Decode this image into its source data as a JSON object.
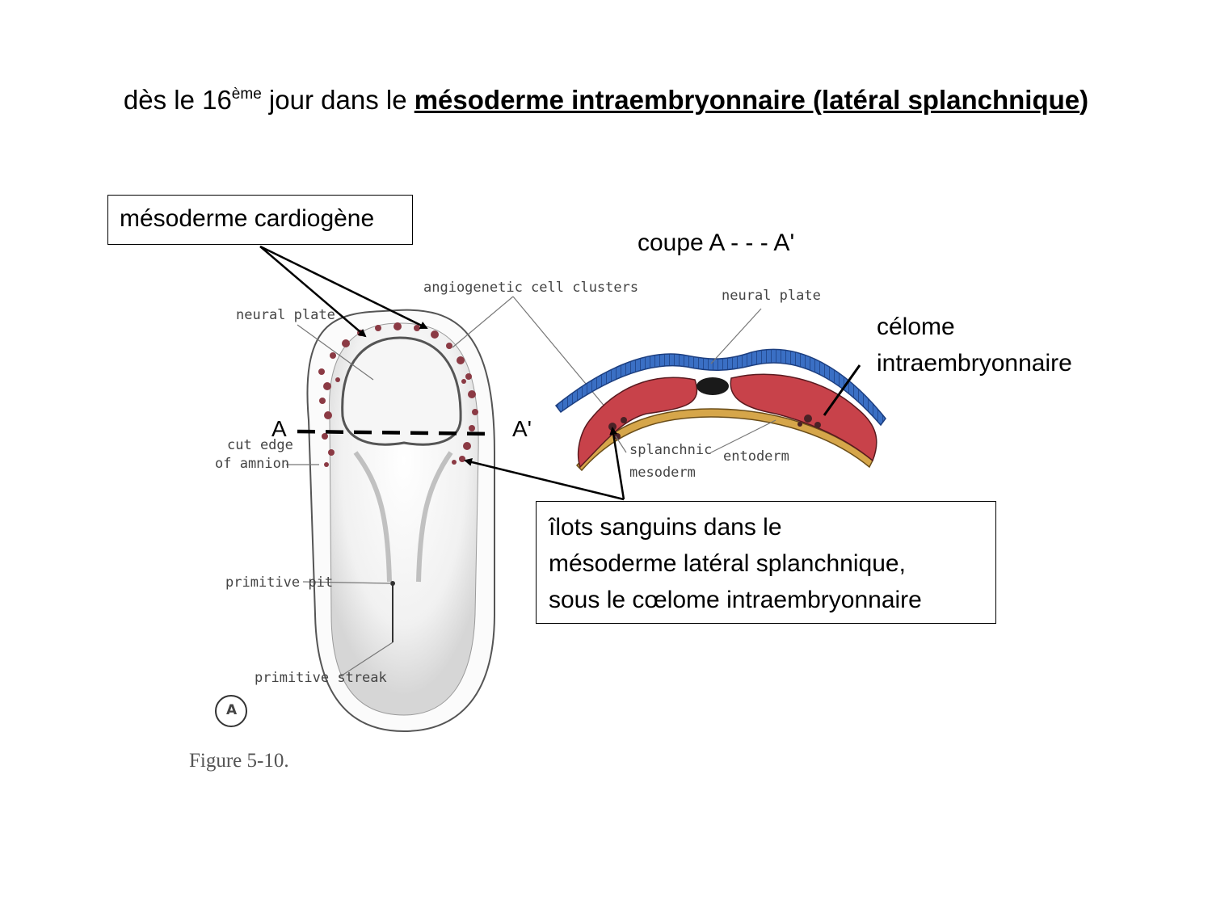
{
  "title": {
    "prefix": "dès le 16",
    "sup": "ème",
    "middle": " jour dans le ",
    "strong": "mésoderme intraembryonnaire (latéral splanchnique",
    "close": ")"
  },
  "boxes": {
    "cardiogenic": "mésoderme cardiogène",
    "blood_islands": [
      "îlots sanguins dans le",
      "mésoderme latéral splanchnique,",
      "sous le cœlome intraembryonnaire"
    ]
  },
  "labels": {
    "section": "coupe A - - - A'",
    "coelom_line1": "célome",
    "coelom_line2": "intraembryonnaire",
    "cut_a": "A",
    "cut_a_prime": "A'"
  },
  "figure_labels": {
    "angiogenetic": "angiogenetic cell clusters",
    "neural_plate_left": "neural plate",
    "cut_edge_1": "cut edge",
    "cut_edge_2": "of amnion",
    "primitive_pit": "primitive pit",
    "primitive_streak": "primitive streak",
    "panel": "A",
    "caption": "Figure 5-10.",
    "neural_plate_right": "neural plate",
    "splanchnic_1": "splanchnic",
    "splanchnic_2": "mesoderm",
    "entoderm": "entoderm"
  },
  "colors": {
    "ectoderm": "#3a6fc4",
    "mesoderm": "#c8424a",
    "notochord": "#1a1a1a",
    "entoderm": "#d6a64a"
  }
}
